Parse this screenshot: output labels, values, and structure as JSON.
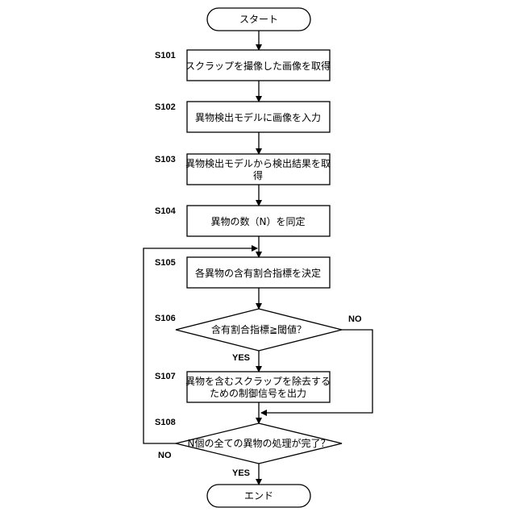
{
  "nodes": {
    "start": "スタート",
    "s101": "スクラップを撮像した画像を取得",
    "s102": "異物検出モデルに画像を入力",
    "s103_line1": "異物検出モデルから検出結果を取",
    "s103_line2": "得",
    "s104": "異物の数（N）を同定",
    "s105": "各異物の含有割合指標を決定",
    "s106": "含有割合指標≧閾値？",
    "s107_line1": "異物を含むスクラップを除去する",
    "s107_line2": "ための制御信号を出力",
    "s108": "N個の全ての異物の処理が完了？",
    "end": "エンド"
  },
  "step_labels": {
    "s101": "S101",
    "s102": "S102",
    "s103": "S103",
    "s104": "S104",
    "s105": "S105",
    "s106": "S106",
    "s107": "S107",
    "s108": "S108"
  },
  "branch_labels": {
    "s106_yes": "YES",
    "s106_no": "NO",
    "s108_yes": "YES",
    "s108_no": "NO"
  }
}
